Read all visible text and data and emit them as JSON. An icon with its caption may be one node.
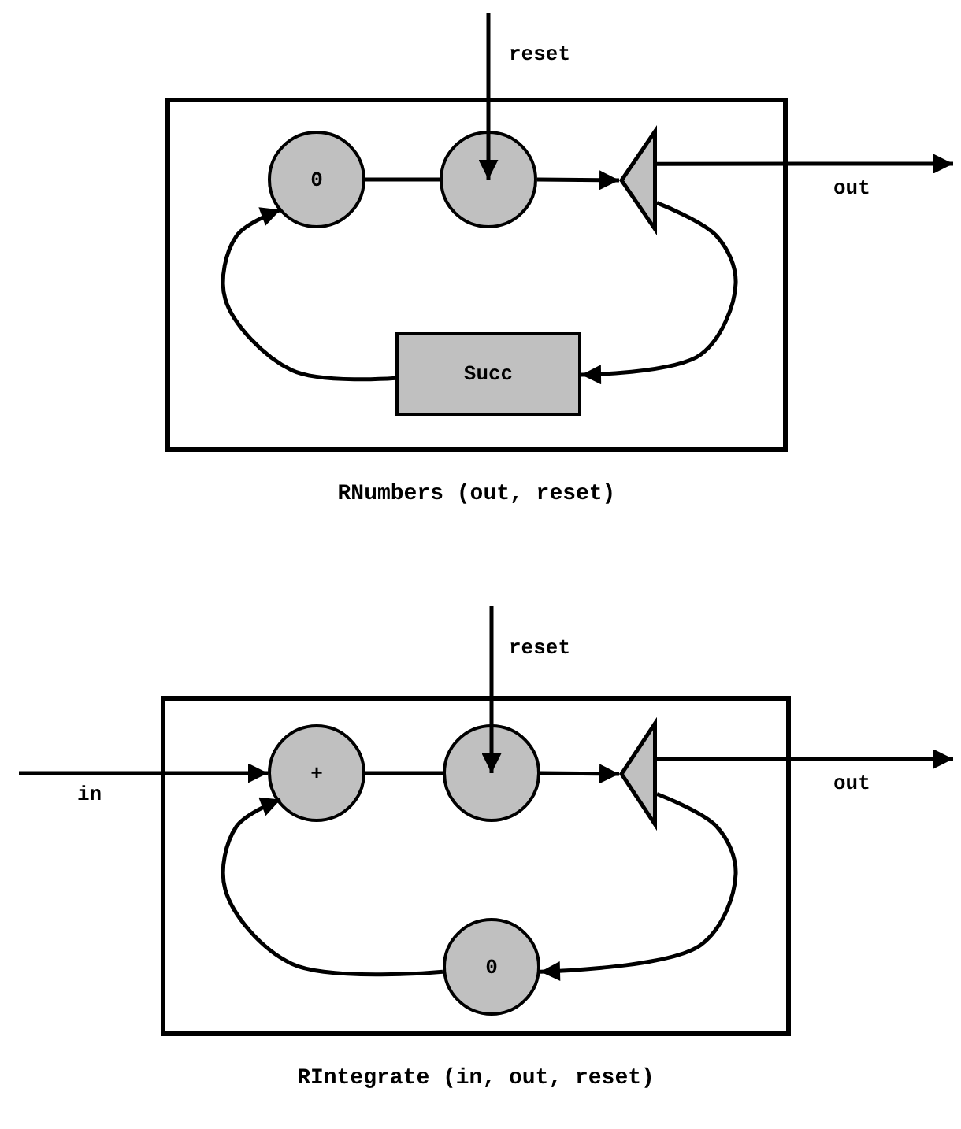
{
  "diagram": {
    "nodes": [
      {
        "text": [
          "RNumbers (out, reset)"
        ]
      },
      {
        "text": [
          "0"
        ],
        "in": 0
      },
      {
        "text": [],
        "shape": "circle",
        "in": 0
      },
      {
        "text": [],
        "shape": "triangle",
        "in": 0
      },
      {
        "text": [
          "Succ"
        ],
        "in": 0
      },
      {
        "text": [
          "RIntegrate (in, out, reset)"
        ]
      },
      {
        "text": [
          "+"
        ],
        "in": 5
      },
      {
        "text": [],
        "shape": "circle",
        "in": 5
      },
      {
        "text": [],
        "shape": "triangle",
        "in": 5
      },
      {
        "text": [
          "0"
        ],
        "in": 5
      }
    ],
    "edges": [
      {
        "from": 1,
        "to": 2,
        "arrow": "none"
      },
      {
        "from": 2,
        "to": 3,
        "arrow": "to"
      },
      {
        "from": null,
        "to": 2,
        "arrow": "to",
        "label": "reset"
      },
      {
        "from": 3,
        "to": null,
        "arrow": "to",
        "label": "out"
      },
      {
        "from": 3,
        "to": 4,
        "arrow": "to"
      },
      {
        "from": 4,
        "to": 1,
        "arrow": "to"
      },
      {
        "from": null,
        "to": 6,
        "arrow": "to",
        "label": "in"
      },
      {
        "from": 6,
        "to": 7,
        "arrow": "none"
      },
      {
        "from": 7,
        "to": 8,
        "arrow": "to"
      },
      {
        "from": null,
        "to": 7,
        "arrow": "to",
        "label": "reset"
      },
      {
        "from": 8,
        "to": null,
        "arrow": "to",
        "label": "out"
      },
      {
        "from": 8,
        "to": 9,
        "arrow": "to"
      },
      {
        "from": 9,
        "to": 6,
        "arrow": "to"
      }
    ]
  }
}
